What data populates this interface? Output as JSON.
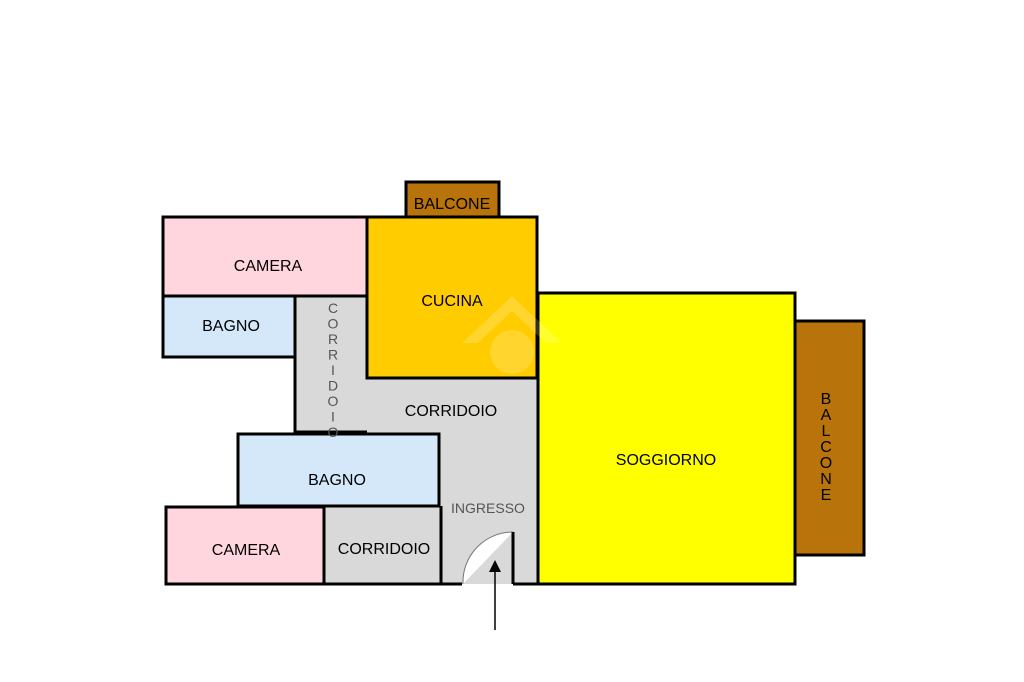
{
  "rooms": {
    "balcone_top": {
      "label": "BALCONE",
      "color": "#b8740a"
    },
    "camera_top": {
      "label": "CAMERA",
      "color": "#ffd6dd"
    },
    "cucina": {
      "label": "CUCINA",
      "color": "#ffcc00"
    },
    "bagno_top": {
      "label": "BAGNO",
      "color": "#d4e8fa"
    },
    "corridoio_vertical": {
      "label": "CORRIDOIO",
      "letters": [
        "C",
        "O",
        "R",
        "R",
        "I",
        "D",
        "O",
        "I",
        "O"
      ],
      "color": "#d9d9d9"
    },
    "corridoio_mid": {
      "label": "CORRIDOIO",
      "color": "#d9d9d9"
    },
    "soggiorno": {
      "label": "SOGGIORNO",
      "color": "#ffff00"
    },
    "balcone_right": {
      "label": "BALCONE",
      "letters": [
        "B",
        "A",
        "L",
        "C",
        "O",
        "N",
        "E"
      ],
      "color": "#b8740a"
    },
    "bagno_bottom": {
      "label": "BAGNO",
      "color": "#d4e8fa"
    },
    "ingresso": {
      "label": "INGRESSO",
      "color": "#d9d9d9"
    },
    "camera_bottom": {
      "label": "CAMERA",
      "color": "#ffd6dd"
    },
    "corridoio_bottom": {
      "label": "CORRIDOIO",
      "color": "#d9d9d9"
    }
  },
  "colors": {
    "wall": "#000000",
    "background": "#ffffff"
  }
}
